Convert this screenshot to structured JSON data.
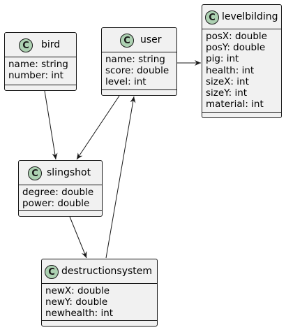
{
  "diagram": {
    "classes": [
      {
        "id": "bird",
        "name": "bird",
        "stereotype": "C",
        "attributes": [
          "name: string",
          "number: int"
        ]
      },
      {
        "id": "user",
        "name": "user",
        "stereotype": "C",
        "attributes": [
          "name: string",
          "score: double",
          "level: int"
        ]
      },
      {
        "id": "levelbilding",
        "name": "levelbilding",
        "stereotype": "C",
        "attributes": [
          "posX: double",
          "posY: double",
          "pig: int",
          "health: int",
          "sizeX: int",
          "sizeY: int",
          "material: int"
        ]
      },
      {
        "id": "slingshot",
        "name": "slingshot",
        "stereotype": "C",
        "attributes": [
          "degree: double",
          "power: double"
        ]
      },
      {
        "id": "destructionsystem",
        "name": "destructionsystem",
        "stereotype": "C",
        "attributes": [
          "newX: double",
          "newY: double",
          "newhealth: int"
        ]
      }
    ],
    "relations": [
      {
        "from": "user",
        "to": "levelbilding"
      },
      {
        "from": "bird",
        "to": "slingshot"
      },
      {
        "from": "user",
        "to": "slingshot"
      },
      {
        "from": "slingshot",
        "to": "destructionsystem"
      },
      {
        "from": "destructionsystem",
        "to": "user"
      }
    ],
    "colors": {
      "class_fill": "#f1f1f1",
      "badge_fill": "#add1b2",
      "line": "#181818"
    }
  }
}
